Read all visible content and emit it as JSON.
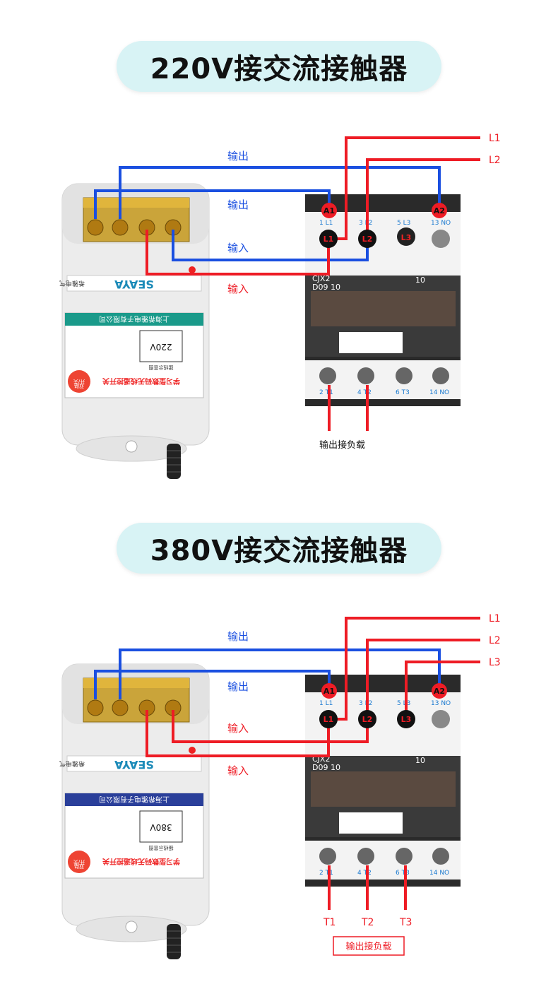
{
  "section1": {
    "title": "220V接交流接触器",
    "labels": {
      "out1": "输出",
      "out2": "输出",
      "in1": "输入",
      "in2": "输入",
      "L1": "L1",
      "L2": "L2",
      "load": "输出接负载"
    },
    "remote": {
      "brand": "SEAYA",
      "brand_cn": "希雅电气",
      "company": "上海希雅电子有限公司",
      "product": "学习型数码无线遥控开关",
      "badge_top": "开/关",
      "badge_bottom": "双路",
      "voltage": "220V",
      "wiring_note": "接线示意图"
    },
    "contactor": {
      "model": "CJX2",
      "model2": "D09 10",
      "aux": "10",
      "top_numbers": [
        "1 L1",
        "3 L2",
        "5 L3",
        "13 NO"
      ],
      "bottom_numbers": [
        "2 T1",
        "4 T2",
        "6 T3",
        "14 NO"
      ],
      "A1": "A1",
      "A2": "A2",
      "T_L1": "L1",
      "T_L2": "L2",
      "T_L3": "L3"
    }
  },
  "section2": {
    "title": "380V接交流接触器",
    "labels": {
      "out1": "输出",
      "out2": "输出",
      "in1": "输入",
      "in2": "输入",
      "L1": "L1",
      "L2": "L2",
      "L3": "L3",
      "T1": "T1",
      "T2": "T2",
      "T3": "T3",
      "load": "输出接负载"
    },
    "remote": {
      "brand": "SEAYA",
      "brand_cn": "希雅电气",
      "company": "上海希雅电子有限公司",
      "product": "学习型数码无线遥控开关",
      "badge_top": "开/关",
      "badge_bottom": "双路",
      "voltage": "380V",
      "wiring_note": "接线示意图"
    },
    "contactor": {
      "model": "CJX2",
      "model2": "D09 10",
      "aux": "10",
      "top_numbers": [
        "1 L1",
        "3 L2",
        "5 L3",
        "13 NO"
      ],
      "bottom_numbers": [
        "2 T1",
        "4 T2",
        "6 T3",
        "14 NO"
      ],
      "A1": "A1",
      "A2": "A2",
      "T_L1": "L1",
      "T_L2": "L2",
      "T_L3": "L3"
    }
  },
  "colors": {
    "wire_red": "#ee1c25",
    "wire_blue": "#1a4fe0",
    "teal_banner": "#1a9a8a",
    "navy_banner": "#2a3f9a",
    "pill_bg": "#d8f3f5"
  }
}
